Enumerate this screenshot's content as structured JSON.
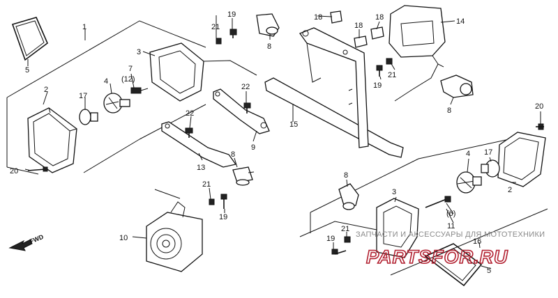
{
  "diagram": {
    "callouts": [
      "1",
      "2",
      "3",
      "4",
      "5",
      "7",
      "8",
      "9",
      "10",
      "11",
      "13",
      "14",
      "15",
      "16",
      "17",
      "18",
      "19",
      "20",
      "21",
      "22"
    ],
    "parenthetical_callouts": [
      "(12)",
      "(6)"
    ],
    "direction_marker": "FWD",
    "watermark": {
      "tagline": "ЗАПЧАСТИ И АКСЕССУАРЫ ДЛЯ МОТОТЕХНИКИ",
      "site": "PARTSFOR.RU"
    }
  }
}
